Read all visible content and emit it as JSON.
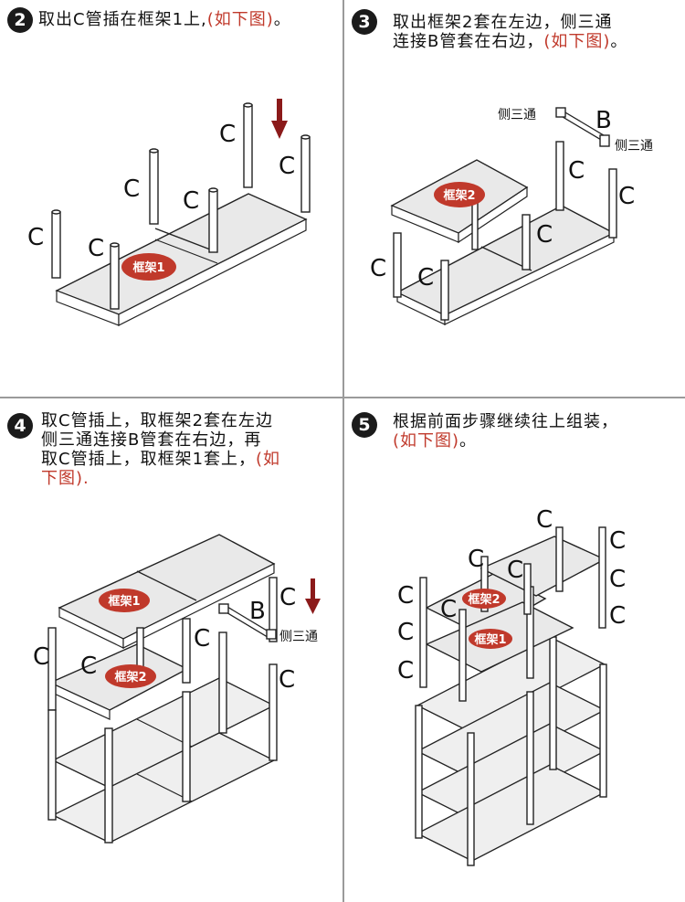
{
  "steps": [
    {
      "number": "2",
      "text": "取出C管插在框架1上,",
      "note": "(如下图)",
      "tail": "。"
    },
    {
      "number": "3",
      "line1": "取出框架2套在左边，侧三通",
      "line2": "连接B管套在右边，",
      "note": "(如下图)",
      "tail": "。"
    },
    {
      "number": "4",
      "line1": "取C管插上，取框架2套在左边",
      "line2": "侧三通连接B管套在右边，再",
      "line3a": "取C管插上，取框架1套上，",
      "line3note": "(如",
      "line4note": "下图)",
      "line4tail": "."
    },
    {
      "number": "5",
      "line1": "根据前面步骤继续往上组装，",
      "note": "(如下图)",
      "tail": "。"
    }
  ],
  "labels": {
    "c": "C",
    "b": "B",
    "tee": "侧三通",
    "frame1": "框架1",
    "frame2": "框架2"
  },
  "colors": {
    "accent_red": "#c0392b",
    "arrow": "#8b1a1a",
    "badge": "#1b1b1b"
  }
}
